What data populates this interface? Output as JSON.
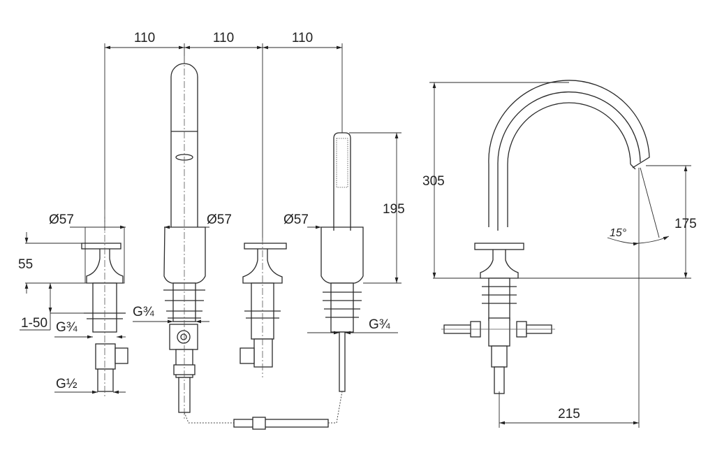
{
  "title": "Four-hole bath/deck tap dimensional drawing",
  "dimensions": {
    "spacing_1": "110",
    "spacing_2": "110",
    "spacing_3": "110",
    "diameter_left": "Ø57",
    "diameter_middle": "Ø57",
    "diameter_right": "Ø57",
    "handle_height": "55",
    "deck_thickness": "1-50",
    "thread_left": "G¾",
    "thread_middle": "G¾",
    "thread_shower": "G¾",
    "thread_outlet": "G½",
    "shower_height": "195",
    "spout_height": "305",
    "outlet_height": "175",
    "swivel_angle": "15°",
    "spout_reach": "215"
  }
}
